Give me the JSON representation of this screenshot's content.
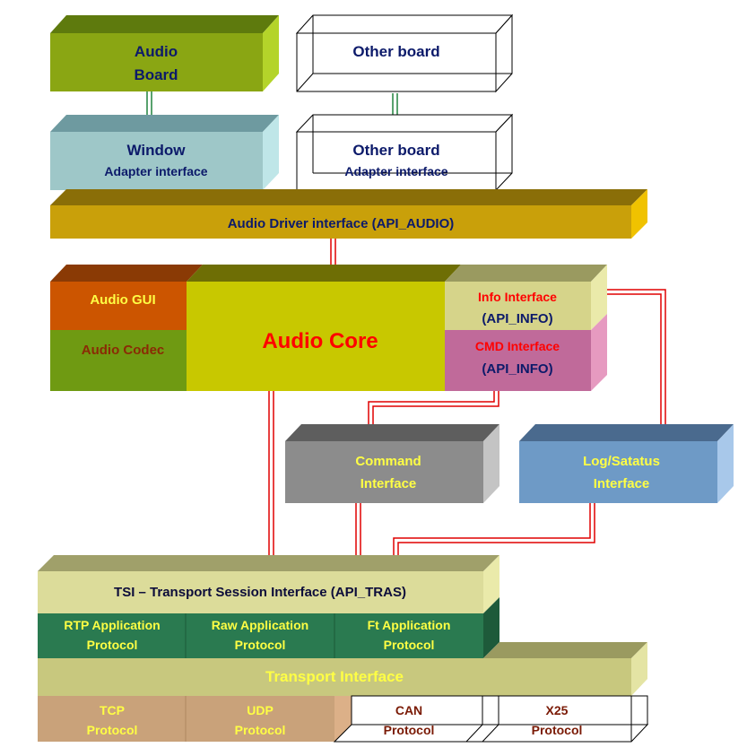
{
  "boards": {
    "audio_board": [
      "Audio",
      "Board"
    ],
    "other_board": "Other board",
    "window_adapter": [
      "Window",
      "Adapter interface"
    ],
    "other_adapter": [
      "Other board",
      "Adapter interface"
    ]
  },
  "driver": {
    "label": "Audio Driver interface (API_AUDIO)"
  },
  "core": {
    "gui": "Audio GUI",
    "codec": "Audio Codec",
    "core": "Audio Core",
    "info": [
      "Info Interface",
      "(API_INFO)"
    ],
    "cmd": [
      "CMD Interface",
      "(API_INFO)"
    ]
  },
  "interfaces": {
    "command": [
      "Command",
      "Interface"
    ],
    "log": [
      "Log/Satatus",
      "Interface"
    ]
  },
  "tsi": {
    "label": "TSI – Transport Session Interface (API_TRAS)",
    "rtp": [
      "RTP Application",
      "Protocol"
    ],
    "raw": [
      "Raw  Application",
      "Protocol"
    ],
    "ft": [
      "Ft Application",
      "Protocol"
    ]
  },
  "transport": {
    "label": "Transport  Interface",
    "tcp": [
      "TCP",
      "Protocol"
    ],
    "udp": [
      "UDP",
      "Protocol"
    ],
    "can": [
      "CAN",
      "Protocol"
    ],
    "x25": [
      "X25",
      "Protocol"
    ]
  },
  "colors": {
    "green": "#8aa613",
    "teal": "#9ec7c8",
    "gold": "#c9a00a",
    "orange": "#cc5500",
    "olive_green": "#6f9a12",
    "core_yellow": "#c8c800",
    "khaki": "#d6d48a",
    "pink": "#c06a9a",
    "gray": "#8c8c8c",
    "blue": "#6e9ac6",
    "tsi_khaki": "#dcdc9a",
    "dark_green": "#2a7a50",
    "transport_khaki": "#c8c87e",
    "tan": "#c9a27a",
    "red_line": "#e00000"
  }
}
